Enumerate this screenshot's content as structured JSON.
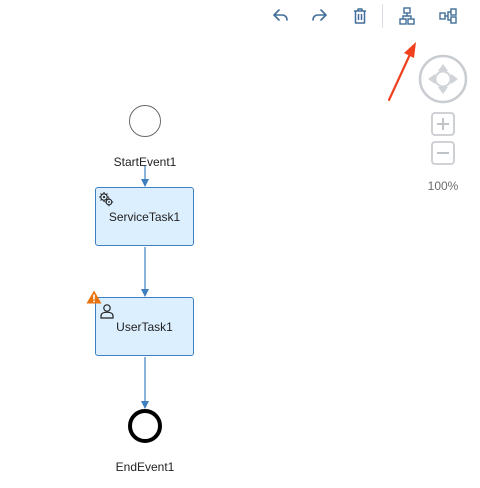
{
  "toolbar": {
    "undo_icon": "undo-icon",
    "redo_icon": "redo-icon",
    "delete_icon": "trash-icon",
    "layout_vertical_icon": "vertical-layout-icon",
    "layout_horizontal_icon": "horizontal-layout-icon",
    "icon_color": "#426e9a"
  },
  "navigator": {
    "zoom_level": "100%",
    "pan_icon": "pan-control-icon",
    "zoom_in_icon": "zoom-in-icon",
    "zoom_out_icon": "zoom-out-icon"
  },
  "diagram": {
    "start_event": {
      "label": "StartEvent1"
    },
    "service_task": {
      "label": "ServiceTask1",
      "icon": "gears-icon"
    },
    "user_task": {
      "label": "UserTask1",
      "icon": "user-icon",
      "badge": "warning-icon",
      "badge_color": "#e9730c"
    },
    "end_event": {
      "label": "EndEvent1"
    },
    "task_fill": "#dcefff",
    "task_stroke": "#3d7fc1",
    "flow_color": "#3d7fc1"
  },
  "annotation": {
    "arrow_color": "#f0401e"
  }
}
